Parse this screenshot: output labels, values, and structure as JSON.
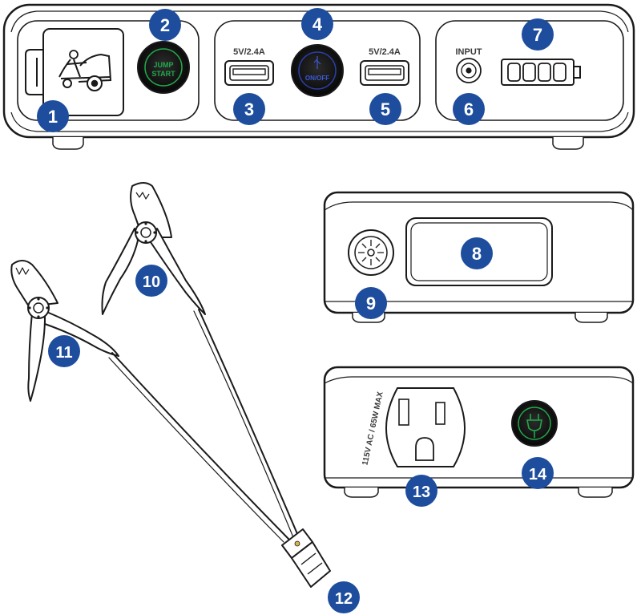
{
  "labels": {
    "jump_start_line1": "JUMP",
    "jump_start_line2": "START",
    "usb_left": "5V/2.4A",
    "usb_right": "5V/2.4A",
    "power_button": "ON/OFF",
    "input": "INPUT",
    "outlet_rating": "115V AC / 65W MAX"
  },
  "callouts": [
    "1",
    "2",
    "3",
    "4",
    "5",
    "6",
    "7",
    "8",
    "9",
    "10",
    "11",
    "12",
    "13",
    "14"
  ],
  "colors": {
    "callout": "#1d4d9c",
    "jump_start_accent": "#22a84a",
    "power_button_accent": "#2a3fa6",
    "ac_button_accent": "#22a84a",
    "line": "#1a1a1a"
  },
  "icons": {
    "lid": "mechanic-car-icon",
    "battery": "battery-level-icon",
    "ac_button": "plug-icon"
  }
}
